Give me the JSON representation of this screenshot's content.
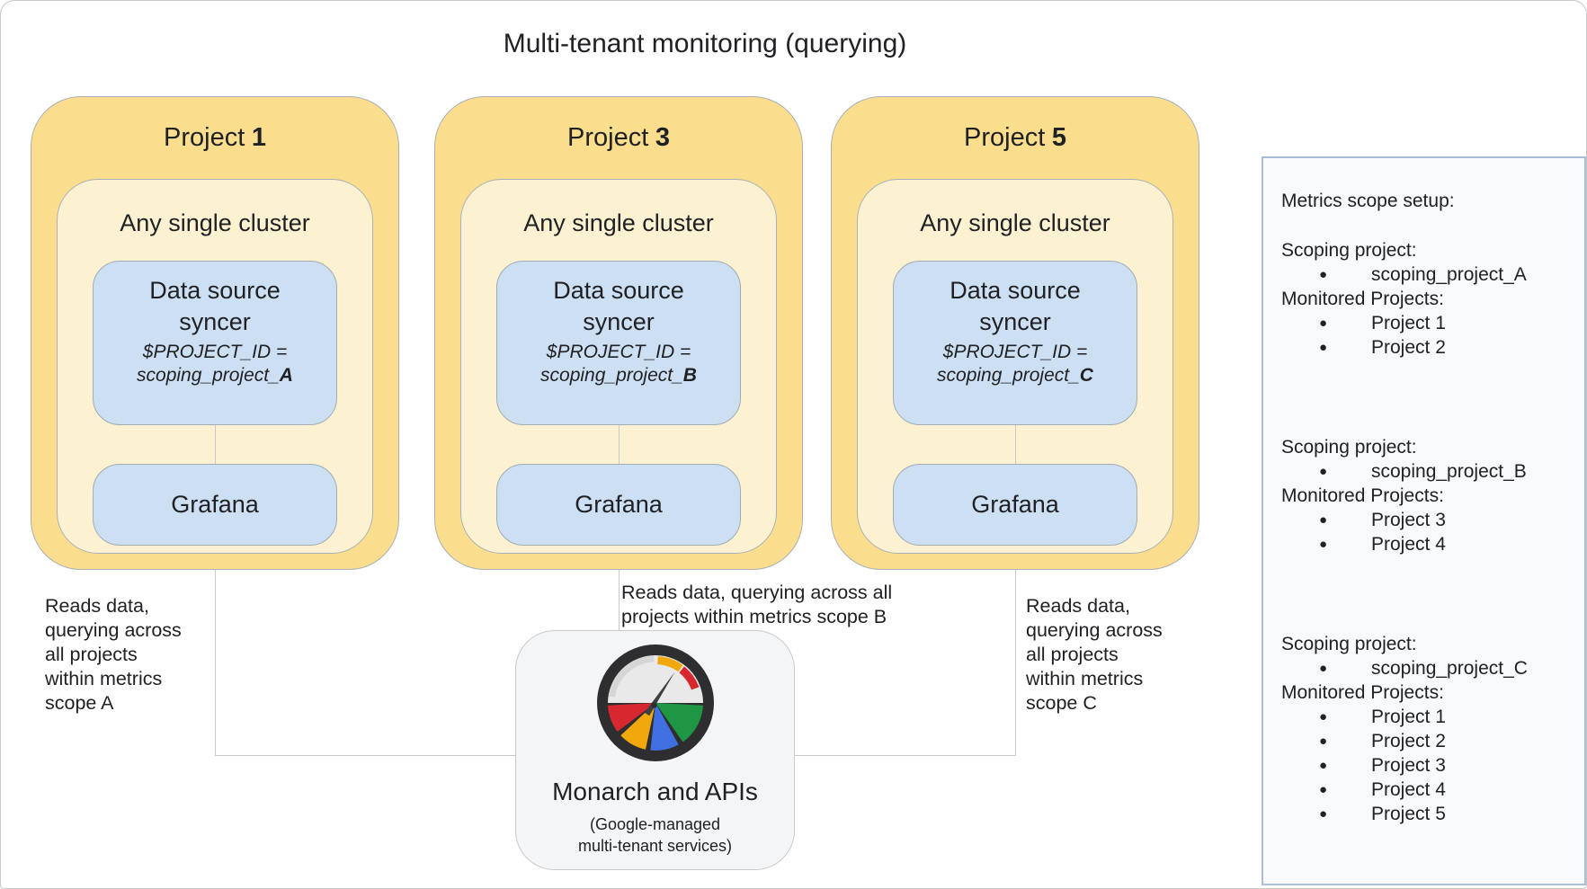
{
  "title": "Multi-tenant monitoring (querying)",
  "projects": [
    {
      "label_prefix": "Project",
      "number": "1",
      "cluster_label": "Any single cluster",
      "syncer_line1": "Data source",
      "syncer_line2": "syncer",
      "project_id_line": "$PROJECT_ID =",
      "scoping_prefix": "scoping_project_",
      "scoping_letter": "A",
      "grafana_label": "Grafana"
    },
    {
      "label_prefix": "Project",
      "number": "3",
      "cluster_label": "Any single cluster",
      "syncer_line1": "Data source",
      "syncer_line2": "syncer",
      "project_id_line": "$PROJECT_ID =",
      "scoping_prefix": "scoping_project_",
      "scoping_letter": "B",
      "grafana_label": "Grafana"
    },
    {
      "label_prefix": "Project",
      "number": "5",
      "cluster_label": "Any single cluster",
      "syncer_line1": "Data source",
      "syncer_line2": "syncer",
      "project_id_line": "$PROJECT_ID =",
      "scoping_prefix": "scoping_project_",
      "scoping_letter": "C",
      "grafana_label": "Grafana"
    }
  ],
  "annotations": {
    "scope_a": "Reads data,\nquerying across\nall projects\nwithin metrics\nscope A",
    "scope_b": "Reads data, querying across all\nprojects within metrics scope B",
    "scope_c": "Reads data,\nquerying across\nall projects\nwithin metrics\nscope C"
  },
  "monarch": {
    "title": "Monarch and APIs",
    "subtitle": "(Google-managed\nmulti-tenant services)",
    "icon": "cloud-monitoring-gauge-icon"
  },
  "panel": {
    "heading": "Metrics scope setup:",
    "blocks": [
      {
        "scoping_label": "Scoping project:",
        "scoping_value": "scoping_project_A",
        "monitored_label": "Monitored Projects:",
        "monitored": [
          "Project 1",
          "Project 2"
        ]
      },
      {
        "scoping_label": "Scoping project:",
        "scoping_value": "scoping_project_B",
        "monitored_label": "Monitored Projects:",
        "monitored": [
          "Project 3",
          "Project 4"
        ]
      },
      {
        "scoping_label": "Scoping project:",
        "scoping_value": "scoping_project_C",
        "monitored_label": "Monitored Projects:",
        "monitored": [
          "Project 1",
          "Project 2",
          "Project 3",
          "Project 4",
          "Project 5"
        ]
      }
    ]
  },
  "colors": {
    "outerYellow": "#FADE8D",
    "innerYellow": "#FCF2D2",
    "blueFill": "#CDDFF2",
    "boxBorder": "#AAB0B8",
    "blueBorder": "#A3ABB5",
    "lineColor": "#C6C8CA",
    "monarchFill": "#F4F5F7",
    "monarchBorder": "#C8CACD",
    "panelFill": "#F8F9FA",
    "panelBorder": "#A9BDD6",
    "textColor": "#202124",
    "logoRed": "#D7282F",
    "logoYellow": "#F0A80D",
    "logoBlue": "#3F6FE0",
    "logoGreen": "#1E9643",
    "logoDark": "#2E2E30"
  }
}
